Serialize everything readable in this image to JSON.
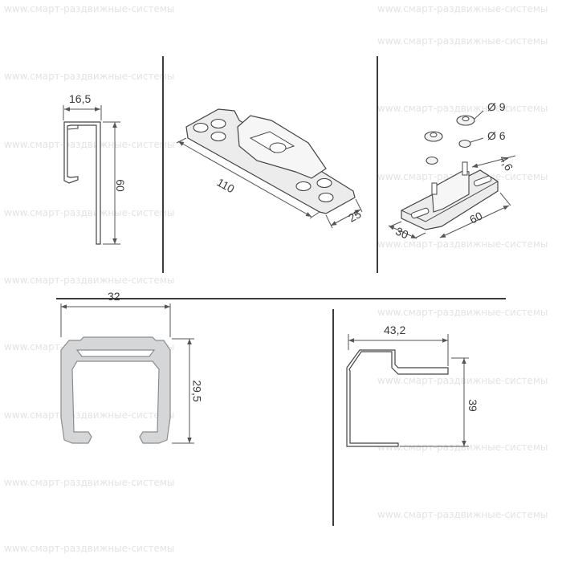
{
  "watermark": {
    "text": "www.смарт-раздвижные-системы",
    "color": "#e3e3e3"
  },
  "colors": {
    "line": "#555555",
    "profile_fill": "#d4d6d8",
    "profile_stroke": "#8a8c8e",
    "part_fill": "#e9eaeb",
    "divider": "#3c3c3c"
  },
  "dimensions": {
    "p1_width": "16,5",
    "p1_height": "60",
    "bracket_length": "110",
    "bracket_width": "25",
    "wheel_diameter": "Ø 9",
    "washer_diameter": "Ø 6",
    "pin_size": "4,6",
    "plate_width": "30",
    "plate_length": "60",
    "rail_width": "32",
    "rail_height": "29,5",
    "track_width": "43,2",
    "track_height": "39"
  }
}
